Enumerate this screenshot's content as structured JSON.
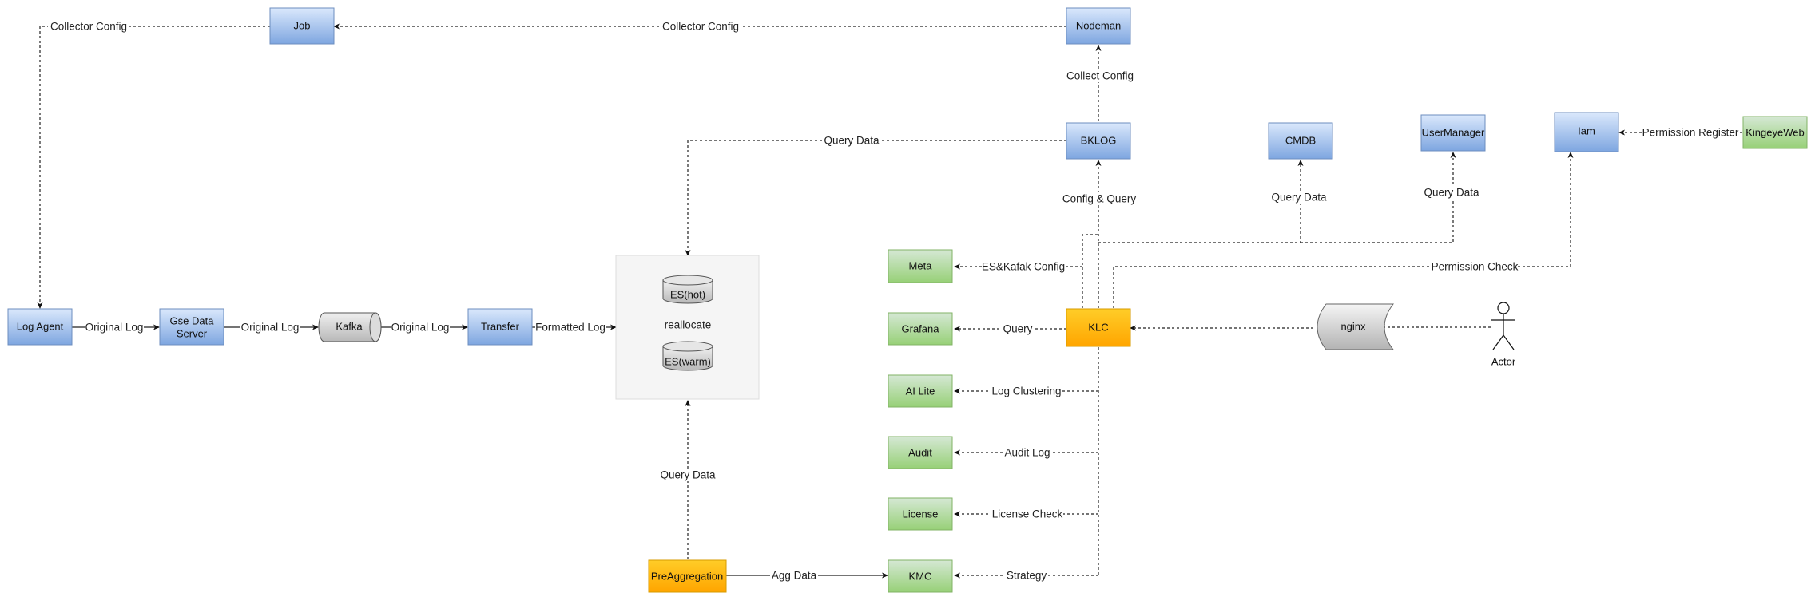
{
  "nodes": {
    "job": "Job",
    "nodeman": "Nodeman",
    "bklog": "BKLOG",
    "cmdb": "CMDB",
    "usermanager": "UserManager",
    "iam": "Iam",
    "kingeyeweb": "KingeyeWeb",
    "meta": "Meta",
    "grafana": "Grafana",
    "ai_lite": "AI Lite",
    "audit": "Audit",
    "license": "License",
    "kmc": "KMC",
    "klc": "KLC",
    "nginx": "nginx",
    "actor": "Actor",
    "log_agent": "Log Agent",
    "gse_line1": "Gse Data",
    "gse_line2": "Server",
    "kafka": "Kafka",
    "transfer": "Transfer",
    "es_hot": "ES(hot)",
    "es_warm": "ES(warm)",
    "reallocate": "reallocate",
    "preaggregation": "PreAggregation"
  },
  "edges": {
    "collector_config_left": "Collector Config",
    "collector_config_top": "Collector Config",
    "collect_config": "Collect Config",
    "query_data_bklog": "Query Data",
    "config_query": "Config & Query",
    "query_data_cmdb": "Query Data",
    "query_data_user": "Query Data",
    "permission_register": "Permission Register",
    "permission_check": "Permission Check",
    "es_kafak_config": "ES&Kafak Config",
    "query": "Query",
    "log_clustering": "Log Clustering",
    "audit_log": "Audit Log",
    "license_check": "License Check",
    "strategy": "Strategy",
    "agg_data": "Agg Data",
    "query_data_pre": "Query Data",
    "original_log_1": "Original Log",
    "original_log_2": "Original Log",
    "original_log_3": "Original Log",
    "formatted_log": "Formatted Log"
  },
  "colors": {
    "blue_top": "#dae8fc",
    "blue_bottom": "#7ea6e0",
    "blue_stroke": "#6c8ebf",
    "green_top": "#d5e8d4",
    "green_bottom": "#97d077",
    "green_stroke": "#82b366",
    "orange_fill": "#ffcd28",
    "orange_stroke": "#d79b00",
    "gray_fill": "#f5f5f5",
    "gray_stroke": "#dddddd"
  }
}
